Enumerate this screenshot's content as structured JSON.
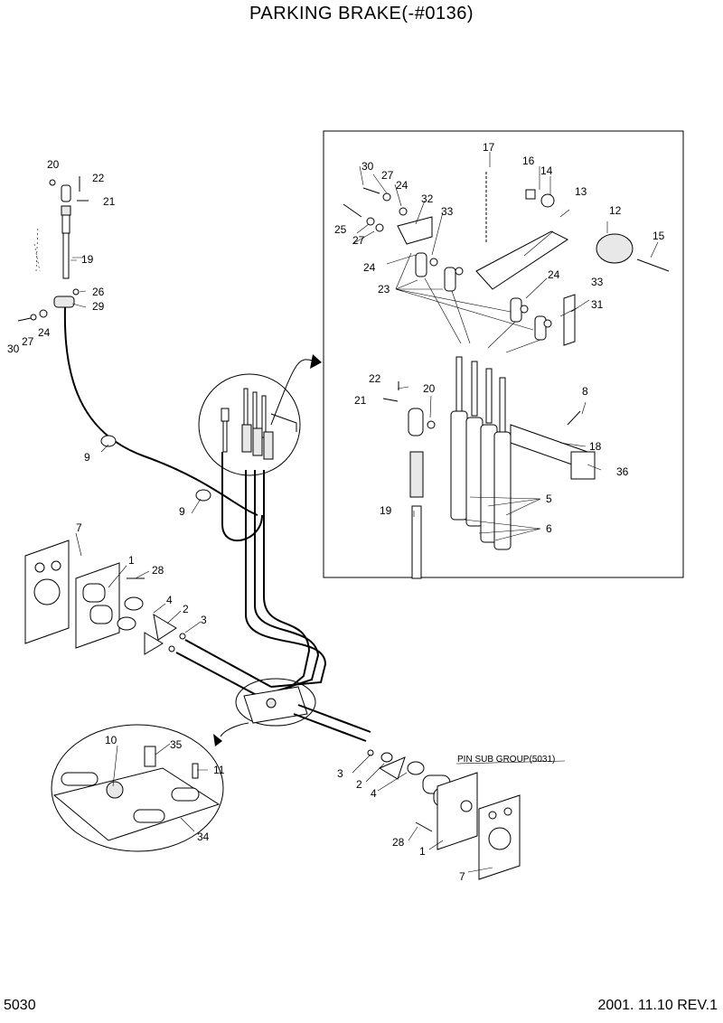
{
  "title": "PARKING BRAKE(-#0136)",
  "page_number": "5030",
  "revision": "2001. 11.10  REV.1",
  "sub_group_label": "PIN SUB GROUP(5031)",
  "callouts": {
    "c20a": "20",
    "c22a": "22",
    "c21a": "21",
    "c19a": "19",
    "c26": "26",
    "c29": "29",
    "c24a": "24",
    "c27a": "27",
    "c30a": "30",
    "c9a": "9",
    "c9b": "9",
    "c7a": "7",
    "c1a": "1",
    "c28a": "28",
    "c4a": "4",
    "c2a": "2",
    "c3a": "3",
    "c10": "10",
    "c35": "35",
    "c11": "11",
    "c34": "34",
    "c3b": "3",
    "c2b": "2",
    "c4b": "4",
    "c28b": "28",
    "c1b": "1",
    "c7b": "7",
    "c30b": "30",
    "c27b": "27",
    "c24b": "24",
    "c32": "32",
    "c33a": "33",
    "c17": "17",
    "c16": "16",
    "c14": "14",
    "c13": "13",
    "c12": "12",
    "c15": "15",
    "c25": "25",
    "c27c": "27",
    "c24c": "24",
    "c23": "23",
    "c24d": "24",
    "c33b": "33",
    "c31": "31",
    "c22b": "22",
    "c21b": "21",
    "c20b": "20",
    "c8": "8",
    "c18": "18",
    "c36": "36",
    "c5": "5",
    "c6": "6",
    "c19b": "19"
  }
}
